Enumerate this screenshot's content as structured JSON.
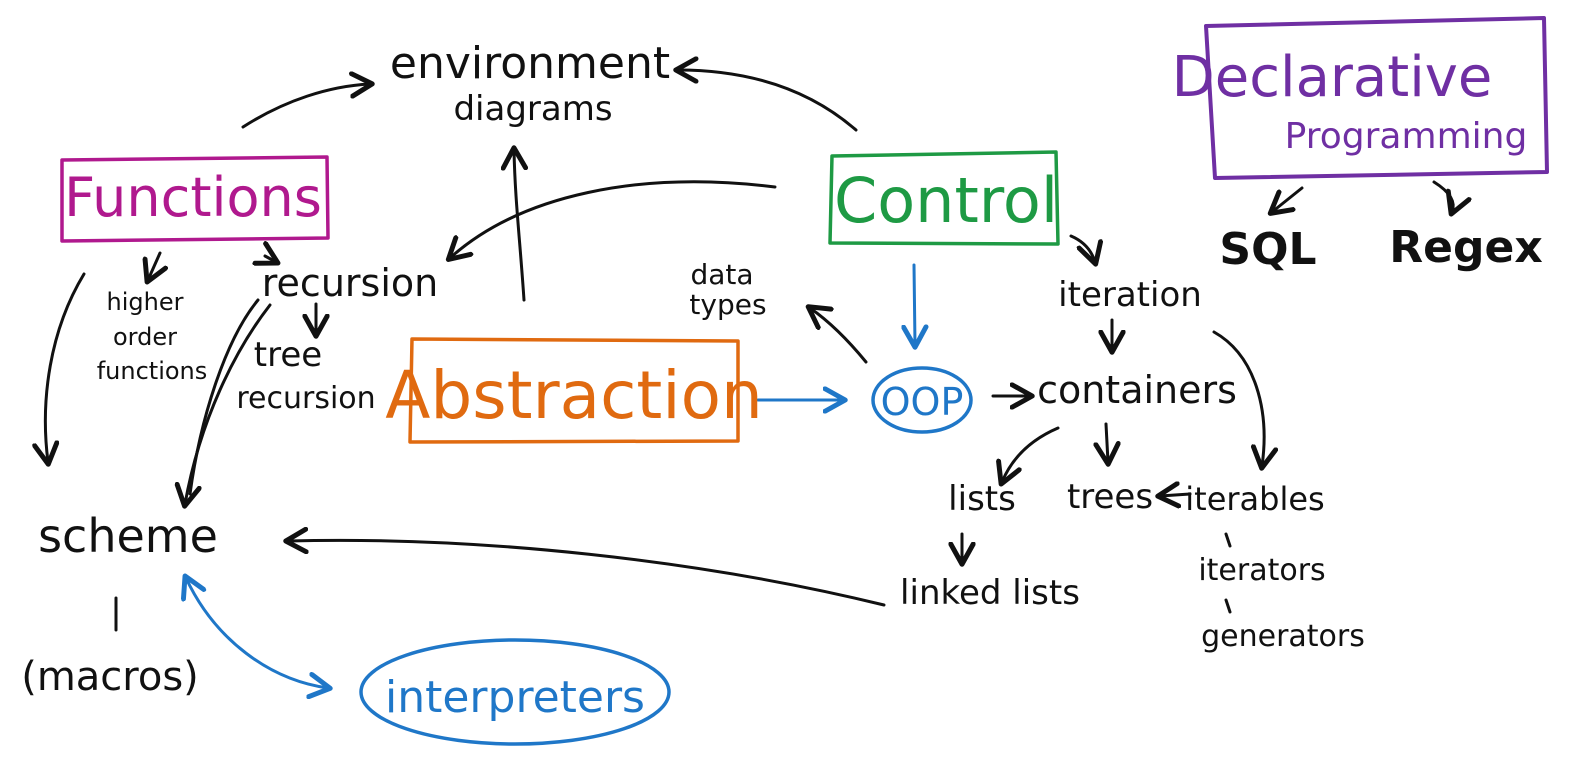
{
  "colors": {
    "ink": "#111111",
    "functions": "#b0198e",
    "control": "#1e9a44",
    "abstraction": "#e06a10",
    "declarative": "#6f2fa3",
    "oop_interpreters": "#1f77c8"
  },
  "nodes": {
    "environment": "environment",
    "diagrams": "diagrams",
    "functions": "Functions",
    "control": "Control",
    "declarative": "Declarative",
    "programming": "Programming",
    "sql": "SQL",
    "regex": "Regex",
    "recursion": "recursion",
    "higher": "higher",
    "order": "order",
    "functions_small": "functions",
    "tree": "tree",
    "tree_recursion": "recursion",
    "data": "data",
    "types": "types",
    "abstraction": "Abstraction",
    "oop": "OOP",
    "iteration": "iteration",
    "containers": "containers",
    "lists": "lists",
    "trees": "trees",
    "iterables": "iterables",
    "iterators": "iterators",
    "generators": "generators",
    "linked_lists": "linked lists",
    "scheme": "scheme",
    "macros": "(macros)",
    "interpreters": "interpreters"
  }
}
